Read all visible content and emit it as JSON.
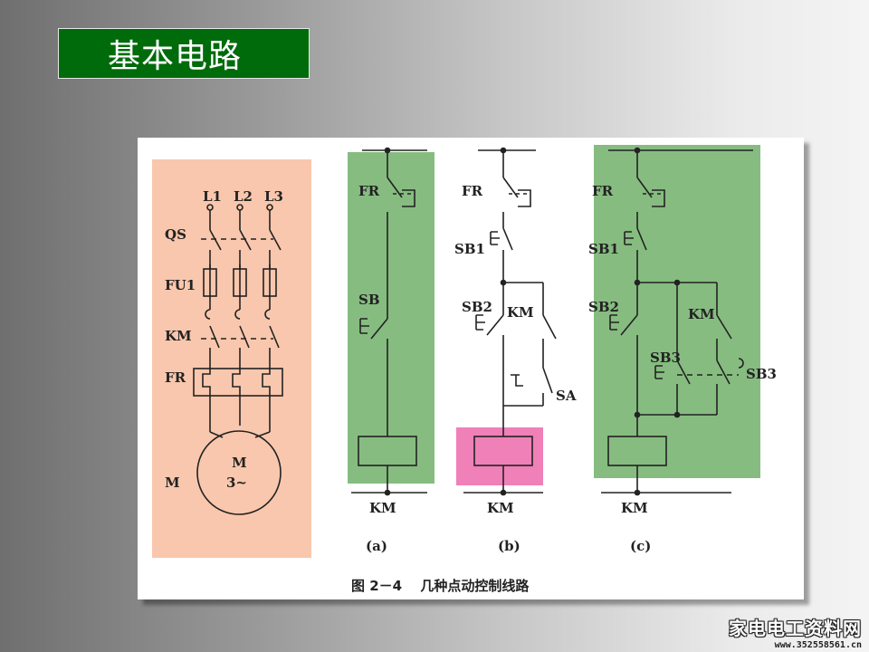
{
  "slide": {
    "title": "基本电路"
  },
  "figure": {
    "caption": "图 2－4　 几种点动控制线路",
    "circuit_a": {
      "panel_label": "(a)",
      "supply_labels": [
        "L1",
        "L2",
        "L3"
      ],
      "component_labels": {
        "qs": "QS",
        "fu1": "FU1",
        "km": "KM",
        "fr": "FR",
        "motor": "M",
        "motor_symbol": "M",
        "motor_phase": "3~"
      },
      "control_labels": {
        "fr": "FR",
        "sb": "SB",
        "coil": "KM"
      }
    },
    "circuit_b": {
      "panel_label": "(b)",
      "labels": {
        "fr": "FR",
        "sb1": "SB1",
        "sb2": "SB2",
        "km": "KM",
        "sa": "SA",
        "coil": "KM"
      }
    },
    "circuit_c": {
      "panel_label": "(c)",
      "labels": {
        "fr": "FR",
        "sb1": "SB1",
        "sb2": "SB2",
        "km": "KM",
        "sb3_left": "SB3",
        "sb3_right": "SB3",
        "coil": "KM"
      }
    },
    "highlight_colors": {
      "main_circuit": "#f9c7ad",
      "green": "#86bc80",
      "pink": "#f080b8"
    }
  },
  "watermark": {
    "title": "家电电工资料网",
    "url": "www.352558561.cn"
  }
}
